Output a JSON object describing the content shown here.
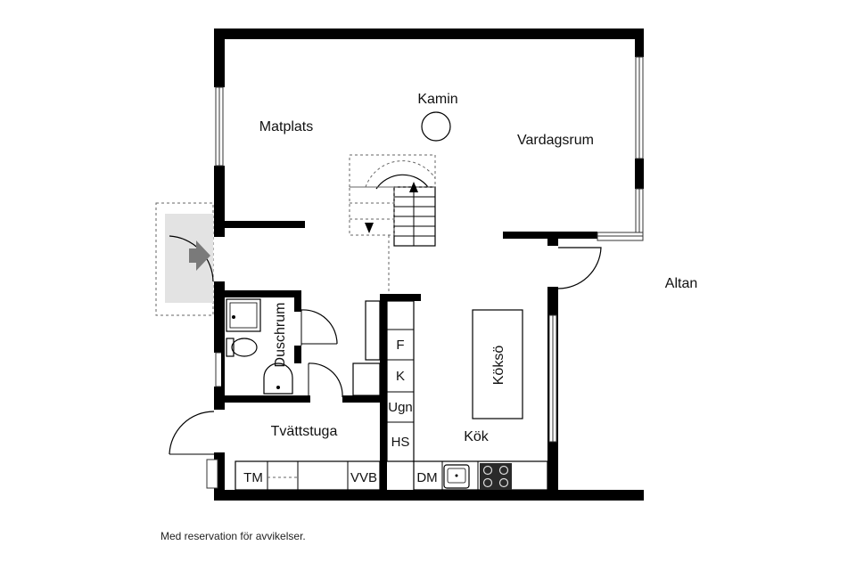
{
  "rooms": {
    "kamin": "Kamin",
    "matplats": "Matplats",
    "vardagsrum": "Vardagsrum",
    "altan": "Altan",
    "duschrum": "Duschrum",
    "tvattstuga": "Tvättstuga",
    "kok": "Kök",
    "kokso": "Köksö"
  },
  "fixtures": {
    "f": "F",
    "k": "K",
    "ugn": "Ugn",
    "hs": "HS",
    "tm": "TM",
    "vvb": "VVB",
    "dm": "DM"
  },
  "footnote": "Med reservation för avvikelser.",
  "colors": {
    "wall": "#000000",
    "entrance_fill": "#e3e3e3",
    "entrance_arrow": "#7a7a7a"
  }
}
